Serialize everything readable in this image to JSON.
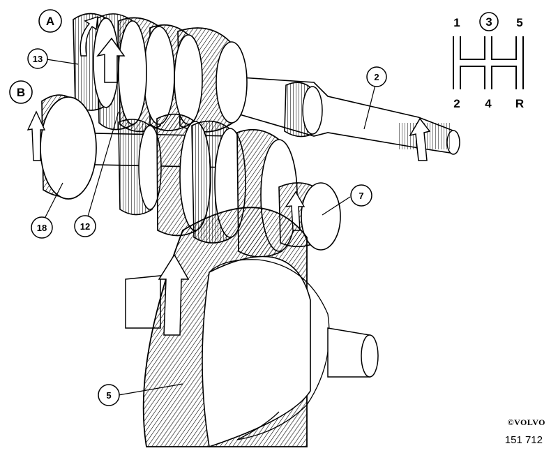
{
  "callouts": {
    "A": "A",
    "B": "B",
    "c13": "13",
    "c2": "2",
    "c7": "7",
    "c18": "18",
    "c12": "12",
    "c5": "5"
  },
  "shift_pattern": {
    "top": [
      "1",
      "3",
      "5"
    ],
    "bottom": [
      "2",
      "4",
      "R"
    ],
    "selected": "3"
  },
  "copyright": "©VOLVO",
  "figure_number": "151 712"
}
